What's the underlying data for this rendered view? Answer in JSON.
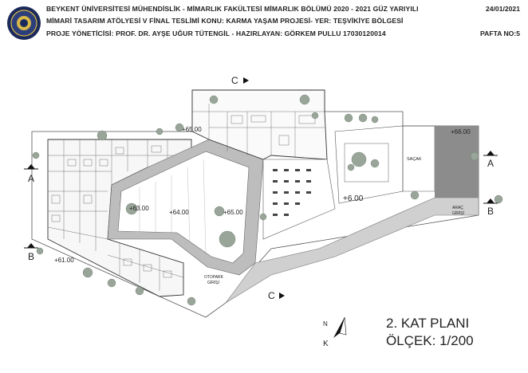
{
  "header": {
    "line1": "BEYKENT ÜNİVERSİTESİ MÜHENDİSLİK - MİMARLIK FAKÜLTESİ MİMARLIK BÖLÜMÜ 2020 - 2021 GÜZ YARIYILI",
    "line2": "MİMARİ TASARIM ATÖLYESİ V FİNAL TESLİMİ KONU: KARMA YAŞAM PROJESİ- YER: TEŞVİKİYE BÖLGESİ",
    "line3": "PROJE YÖNETİCİSİ: PROF. DR. AYŞE UĞUR TÜTENGİL -  HAZIRLAYAN: GÖRKEM PULLU 17030120014",
    "date": "24/01/2021",
    "sheet": "PAFTA NO:5"
  },
  "title": {
    "name": "2. KAT PLANI",
    "scale": "ÖLÇEK: 1/200"
  },
  "sections": {
    "c_top": "C",
    "c_bottom": "C",
    "a_left": "A",
    "a_right": "A",
    "b_left": "B",
    "b_right": "B"
  },
  "levels": {
    "l1": "+65.00",
    "l2": "+66.00",
    "l3": "+63.00",
    "l4": "+64.00",
    "l5": "+65.00",
    "l6": "+6.00",
    "l7": "+61.00"
  },
  "labels": {
    "sacak": "SAÇAK",
    "arac": "ARAÇ",
    "arac_giris": "GİRİŞİ",
    "otopark": "OTOPARK",
    "otopark_giris": "GİRİŞİ"
  },
  "north": {
    "n": "N",
    "k": "K"
  },
  "colors": {
    "ink": "#222222",
    "path": "#bdbdbd",
    "tree": "#9aa59a"
  }
}
